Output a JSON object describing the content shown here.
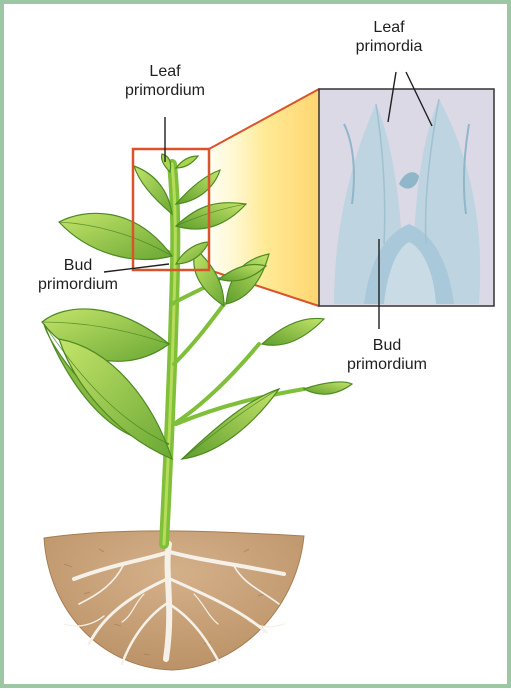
{
  "labels": {
    "leaf_primordium": {
      "line1": "Leaf",
      "line2": "primordium"
    },
    "leaf_primordia": {
      "line1": "Leaf",
      "line2": "primordia"
    },
    "bud_primordium_left": {
      "line1": "Bud",
      "line2": "primordium"
    },
    "bud_primordium_right": {
      "line1": "Bud",
      "line2": "primordium"
    }
  },
  "colors": {
    "frame": "#9cc7a3",
    "leaf_light": "#b6dc5a",
    "leaf_dark": "#5f9e2c",
    "stem": "#7fbf3a",
    "soil": "#c8a178",
    "roots": "#f4efe6",
    "highlight_box": "#d9542a",
    "micrograph_bg": "#dcd9e6",
    "micrograph_tissue": "#a9c8d9"
  }
}
